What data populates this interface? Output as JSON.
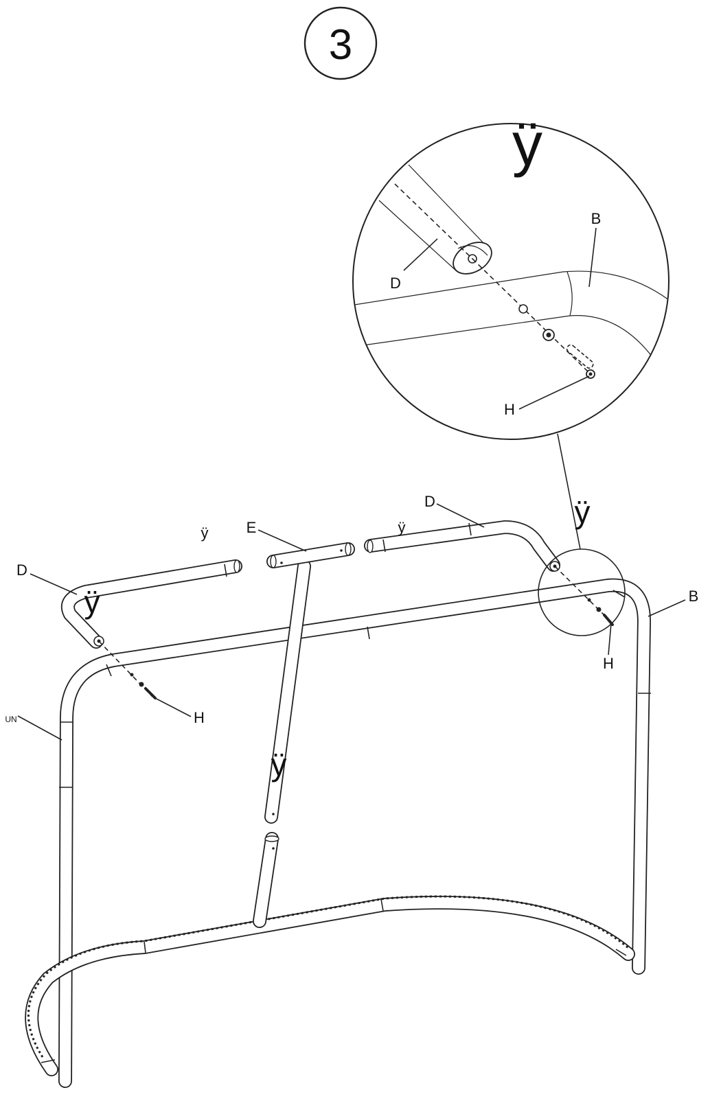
{
  "step_number": "3",
  "labels": {
    "detail_top_mark": "ÿ",
    "detail_B": "B",
    "detail_D": "D",
    "detail_H": "H",
    "callout_mark": "ÿ",
    "top_left_mark": "ÿ",
    "center_top_mark": "ÿ",
    "E": "E",
    "D_top": "D",
    "D_left": "D",
    "left_corner_mark": "ÿ",
    "B_right": "B",
    "H_left": "H",
    "H_right": "H",
    "A_left": "UN",
    "pole_mark": "ÿ"
  }
}
